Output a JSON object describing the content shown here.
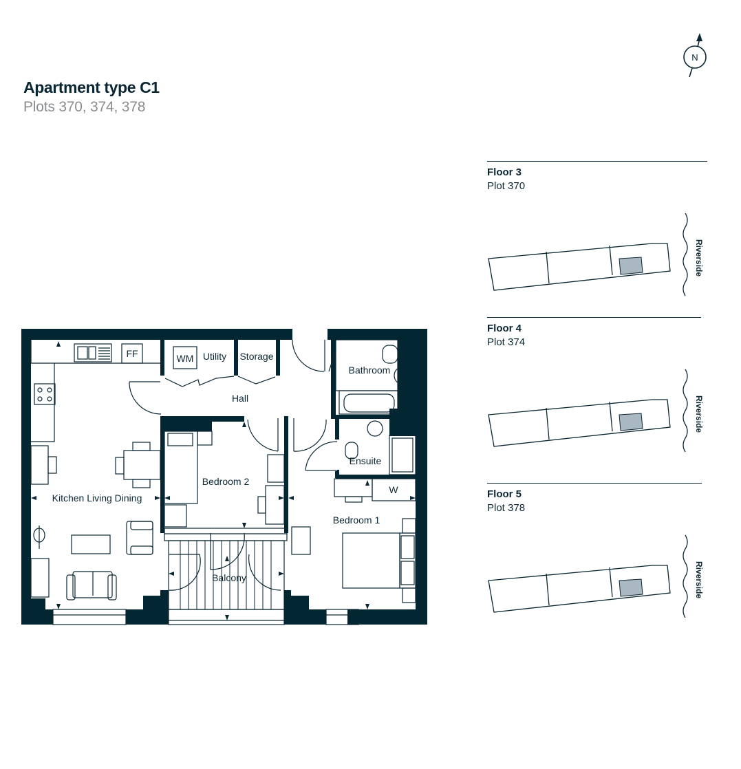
{
  "header": {
    "title": "Apartment type C1",
    "subtitle": "Plots 370, 374, 378"
  },
  "compass": {
    "label": "N",
    "icon": "north-arrow-icon"
  },
  "floor_plan": {
    "rooms": {
      "kitchen_living_dining": "Kitchen Living Dining",
      "utility": "Utility",
      "storage": "Storage",
      "hall": "Hall",
      "bathroom": "Bathroom",
      "bedroom_2": "Bedroom 2",
      "ensuite": "Ensuite",
      "bedroom_1": "Bedroom 1",
      "balcony": "Balcony"
    },
    "fixtures": {
      "fridge_freezer": "FF",
      "washing_machine": "WM",
      "wardrobe": "W"
    },
    "colors": {
      "wall": "#032633",
      "line": "#0b2633",
      "furniture_grey": "#6f7f88",
      "highlight": "#a9b8c1"
    }
  },
  "key_plans": [
    {
      "floor": "Floor 3",
      "plot": "Plot 370",
      "river_label": "Riverside"
    },
    {
      "floor": "Floor 4",
      "plot": "Plot 374",
      "river_label": "Riverside"
    },
    {
      "floor": "Floor 5",
      "plot": "Plot 378",
      "river_label": "Riverside"
    }
  ]
}
